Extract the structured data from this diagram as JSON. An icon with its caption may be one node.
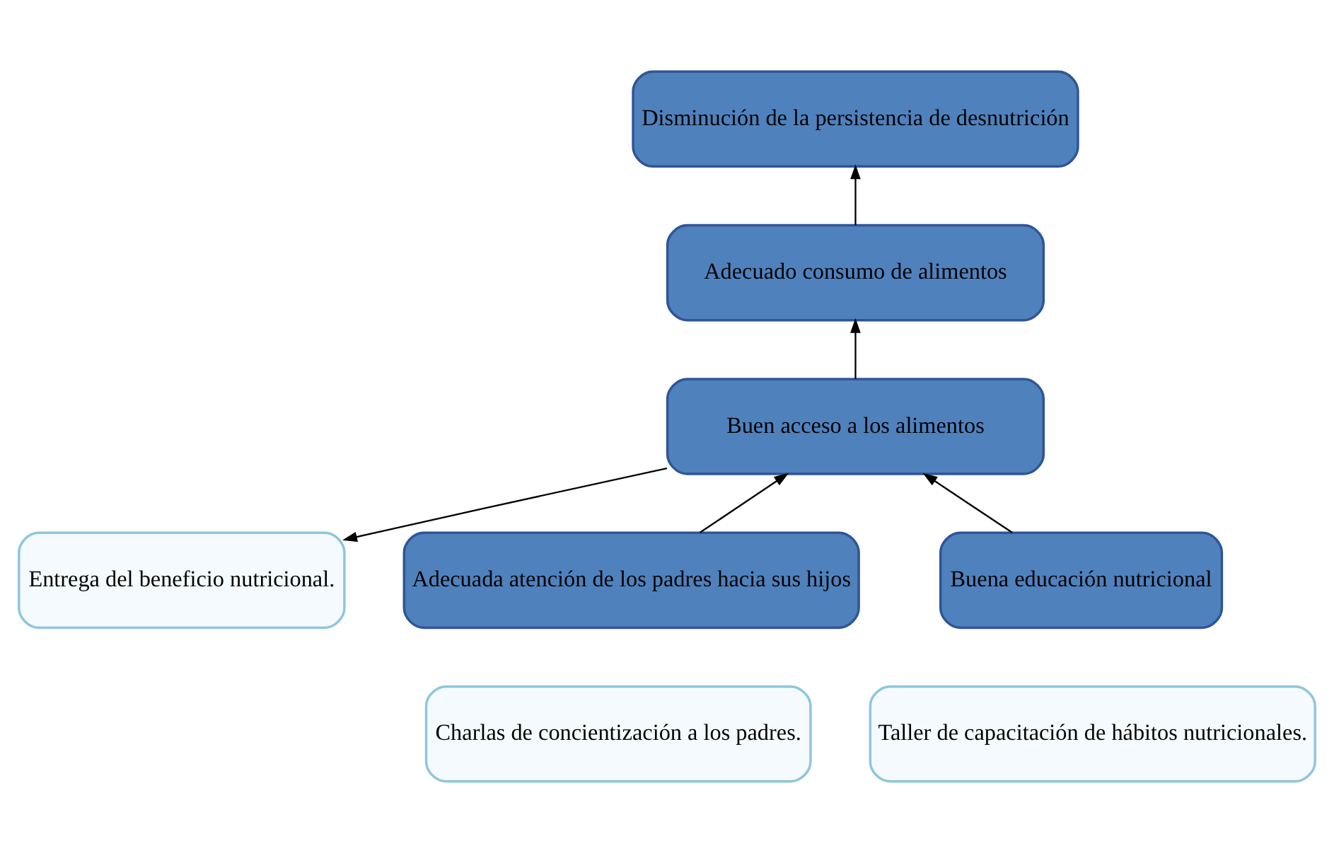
{
  "diagram": {
    "nodes": [
      {
        "text": [
          "Disminución de la persistencia de desnutrición"
        ]
      },
      {
        "text": [
          "Adecuado consumo de alimentos"
        ]
      },
      {
        "text": [
          "Buen acceso a los alimentos"
        ]
      },
      {
        "text": [
          "Adecuada atención de los padres hacia sus hijos"
        ]
      },
      {
        "text": [
          "Entrega del beneficio nutricional."
        ]
      },
      {
        "text": [
          "Buena educación nutricional"
        ]
      },
      {
        "text": [
          "Charlas de concientización a los padres."
        ]
      },
      {
        "text": [
          "Taller de capacitación de hábitos nutricionales."
        ]
      }
    ],
    "edges": [
      {
        "from": 2,
        "to": 1,
        "arrow": "to"
      },
      {
        "from": 1,
        "to": 0,
        "arrow": "to"
      },
      {
        "from": 3,
        "to": 2,
        "arrow": "to"
      },
      {
        "from": 2,
        "to": 4,
        "arrow": "to"
      },
      {
        "from": 5,
        "to": 2,
        "arrow": "to"
      }
    ]
  }
}
